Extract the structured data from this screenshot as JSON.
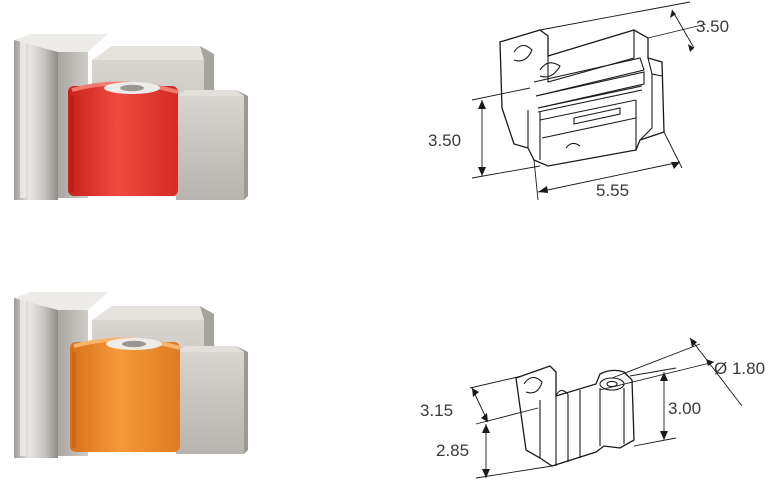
{
  "top_drawing": {
    "depth": "3.50",
    "height": "3.50",
    "length": "5.55"
  },
  "bottom_drawing": {
    "diameter": "Ø 1.80",
    "width": "3.15",
    "height_left": "2.85",
    "height_right": "3.00"
  },
  "colors": {
    "red_part": "#e23a33",
    "orange_part": "#ec8a2a",
    "metal": "#c9c6c2"
  }
}
